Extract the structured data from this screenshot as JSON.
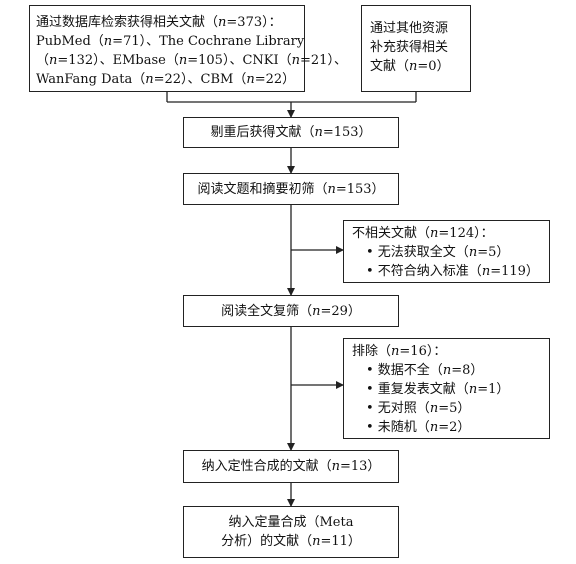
{
  "boxes": {
    "identification": {
      "lines": [
        "通过数据库检索获得相关文献（n=373）：",
        "PubMed（n=71）、The Cochrane Library",
        "（n=132）、EMbase（n=105）、CNKI（n=21）、",
        "WanFang Data（n=22）、CBM（n=22）"
      ]
    },
    "other_sources": {
      "lines": [
        "通过其他资源",
        "补充获得相关",
        "文献（n=0）"
      ]
    },
    "deduplicated": {
      "text": "剔重后获得文献（n=153）"
    },
    "title_abstract": {
      "text": "阅读文题和摘要初筛（n=153）"
    },
    "excluded1": {
      "heading": "不相关文献（n=124）：",
      "items": [
        "• 无法获取全文（n=5）",
        "• 不符合纳入标准（n=119）"
      ]
    },
    "fulltext": {
      "text": "阅读全文复筛（n=29）"
    },
    "excluded2": {
      "heading": "排除（n=16）：",
      "items": [
        "• 数据不全（n=8）",
        "• 重复发表文献（n=1）",
        "• 无对照（n=5）",
        "• 未随机（n=2）"
      ]
    },
    "qualitative": {
      "text": "纳入定性合成的文献（n=13）"
    },
    "quantitative": {
      "lines": [
        "纳入定量合成（Meta",
        "分析）的文献（n=11）"
      ]
    }
  }
}
